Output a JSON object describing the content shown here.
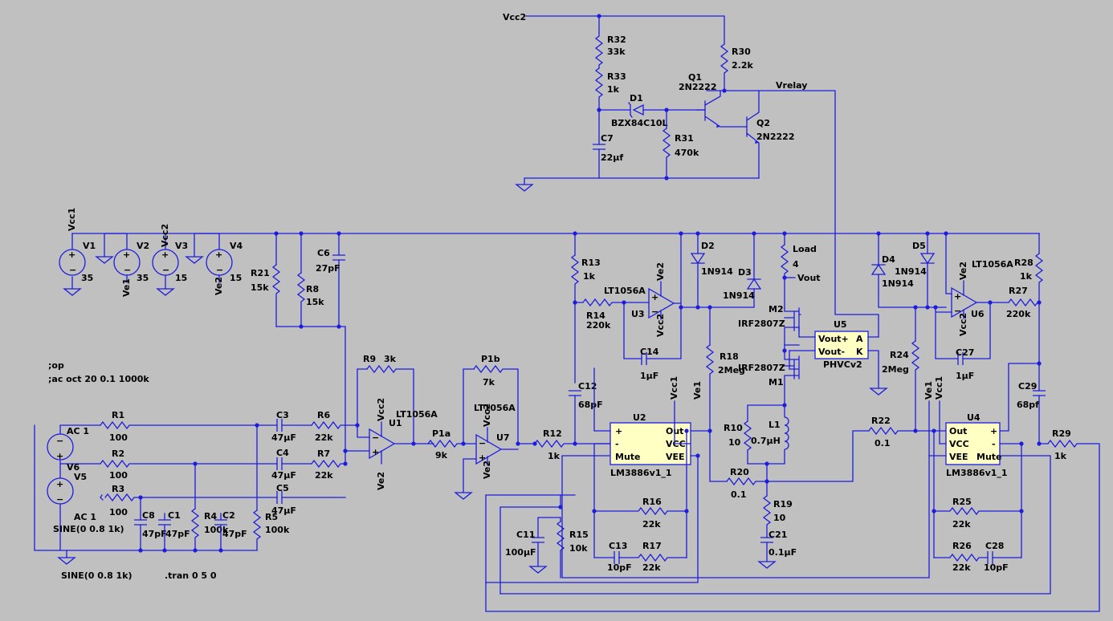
{
  "nets": {
    "vcc2": "Vcc2",
    "vrelay": "Vrelay",
    "vout": "Vout"
  },
  "sources": {
    "v1": {
      "pos": "Vcc1",
      "name": "V1",
      "value": "35"
    },
    "v2": {
      "pos": "Ve1",
      "name": "V2",
      "value": "35"
    },
    "v3": {
      "pos": "Vcc2",
      "name": "V3",
      "value": "15"
    },
    "v4": {
      "pos": "Ve2",
      "name": "V4",
      "value": "15"
    },
    "ac": {
      "name": "AC 1"
    },
    "v6": {
      "name": "V6"
    },
    "v5": {
      "name": "V5",
      "ac": "AC 1",
      "sine": "SINE(0 0.8 1k)"
    },
    "v6_sine": "SINE(0 0.8 1k)"
  },
  "directives": {
    "op": ";op",
    "ac": ";ac oct 20 0.1 1000k",
    "tran": ".tran 0 5 0"
  },
  "relay": {
    "r32": {
      "name": "R32",
      "value": "33k"
    },
    "r33": {
      "name": "R33",
      "value": "1k"
    },
    "r30": {
      "name": "R30",
      "value": "2.2k"
    },
    "r31": {
      "name": "R31",
      "value": "470k"
    },
    "c7": {
      "name": "C7",
      "value": "22µf"
    },
    "d1": {
      "name": "D1",
      "value": "BZX84C10L"
    },
    "q1": {
      "name": "Q1",
      "value": "2N2222"
    },
    "q2": {
      "name": "Q2",
      "value": "2N2222"
    }
  },
  "input": {
    "r21": {
      "name": "R21",
      "value": "15k"
    },
    "r8": {
      "name": "R8",
      "value": "15k"
    },
    "c6": {
      "name": "C6",
      "value": "27pF"
    },
    "r1": {
      "name": "R1",
      "value": "100"
    },
    "r2": {
      "name": "R2",
      "value": "100"
    },
    "r3": {
      "name": "R3",
      "value": "100"
    },
    "c3": {
      "name": "C3",
      "value": "47µF"
    },
    "c4": {
      "name": "C4",
      "value": "47µF"
    },
    "c5": {
      "name": "C5",
      "value": "47µF"
    },
    "r6": {
      "name": "R6",
      "value": "22k"
    },
    "r7": {
      "name": "R7",
      "value": "22k"
    },
    "r5": {
      "name": "R5",
      "value": "100k"
    },
    "r4": {
      "name": "R4",
      "value": "100k"
    },
    "c8": {
      "name": "C8",
      "value": "47pF"
    },
    "c1": {
      "name": "C1",
      "value": "47pF"
    },
    "c2": {
      "name": "C2",
      "value": "47pF"
    },
    "r9": {
      "name": "R9",
      "value": "3k"
    },
    "u1": {
      "name": "U1",
      "part": "LT1056A",
      "vp": "Vcc2",
      "vn": "Ve2"
    },
    "p1a": {
      "name": "P1a",
      "value": "9k"
    },
    "p1b": {
      "name": "P1b",
      "value": "7k"
    },
    "u7": {
      "name": "U7",
      "part": "LT1056A",
      "vp": "Vcc2",
      "vn": "Ve2"
    },
    "r12": {
      "name": "R12",
      "value": "1k"
    }
  },
  "left_amp": {
    "r13": {
      "name": "R13",
      "value": "1k"
    },
    "r14": {
      "name": "R14",
      "value": "220k"
    },
    "u3": {
      "name": "U3",
      "part": "LT1056A",
      "vp": "Ve2",
      "vn": "Vcc2"
    },
    "c14": {
      "name": "C14",
      "value": "1µF"
    },
    "c12": {
      "name": "C12",
      "value": "68pF"
    },
    "d2": {
      "name": "D2",
      "value": "1N914"
    },
    "d3": {
      "name": "D3",
      "value": "1N914"
    },
    "r18": {
      "name": "R18",
      "value": "2Meg"
    },
    "u2": {
      "name": "U2",
      "part": "LM3886v1_1",
      "pins": {
        "p": "+",
        "m": "-",
        "mute": "Mute",
        "out": "Out",
        "vcc": "VCC",
        "vee": "VEE"
      },
      "vcc_net": "Vcc1",
      "vee_net": "Ve1"
    },
    "r16": {
      "name": "R16",
      "value": "22k"
    },
    "r17": {
      "name": "R17",
      "value": "22k"
    },
    "c13": {
      "name": "C13",
      "value": "10pF"
    },
    "c11": {
      "name": "C11",
      "value": "100µF"
    },
    "r15": {
      "name": "R15",
      "value": "10k"
    }
  },
  "output": {
    "load": {
      "name": "Load",
      "value": "4"
    },
    "m2": {
      "name": "M2",
      "value": "IRF2807Z"
    },
    "m1": {
      "name": "M1",
      "value": "IRF2807Z"
    },
    "r10": {
      "name": "R10",
      "value": "10"
    },
    "l1": {
      "name": "L1",
      "value": "0.7µH"
    },
    "r20": {
      "name": "R20",
      "value": "0.1"
    },
    "r19": {
      "name": "R19",
      "value": "10"
    },
    "c21": {
      "name": "C21",
      "value": "0.1µF"
    },
    "u5": {
      "name": "U5",
      "part": "PHVCv2",
      "pins": {
        "vp": "Vout+",
        "vm": "Vout-",
        "a": "A",
        "k": "K"
      }
    },
    "r22": {
      "name": "R22",
      "value": "0.1"
    }
  },
  "right_amp": {
    "d4": {
      "name": "D4",
      "value": "1N914"
    },
    "d5": {
      "name": "D5",
      "value": "1N914"
    },
    "u6": {
      "name": "U6",
      "part": "LT1056A",
      "vp": "Ve2",
      "vn": "Vcc2"
    },
    "r28": {
      "name": "R28",
      "value": "1k"
    },
    "r27": {
      "name": "R27",
      "value": "220k"
    },
    "c27": {
      "name": "C27",
      "value": "1µF"
    },
    "r24": {
      "name": "R24",
      "value": "2Meg"
    },
    "c29": {
      "name": "C29",
      "value": "68pf"
    },
    "u4": {
      "name": "U4",
      "part": "LM3886v1_1",
      "pins": {
        "out": "Out",
        "p": "+",
        "vcc": "VCC",
        "m": "-",
        "vee": "VEE",
        "mute": "Mute"
      },
      "vcc_net": "Vcc1",
      "vee_net": "Ve1"
    },
    "r29": {
      "name": "R29",
      "value": "1k"
    },
    "r25": {
      "name": "R25",
      "value": "22k"
    },
    "r26": {
      "name": "R26",
      "value": "22k"
    },
    "c28": {
      "name": "C28",
      "value": "10pF"
    }
  }
}
